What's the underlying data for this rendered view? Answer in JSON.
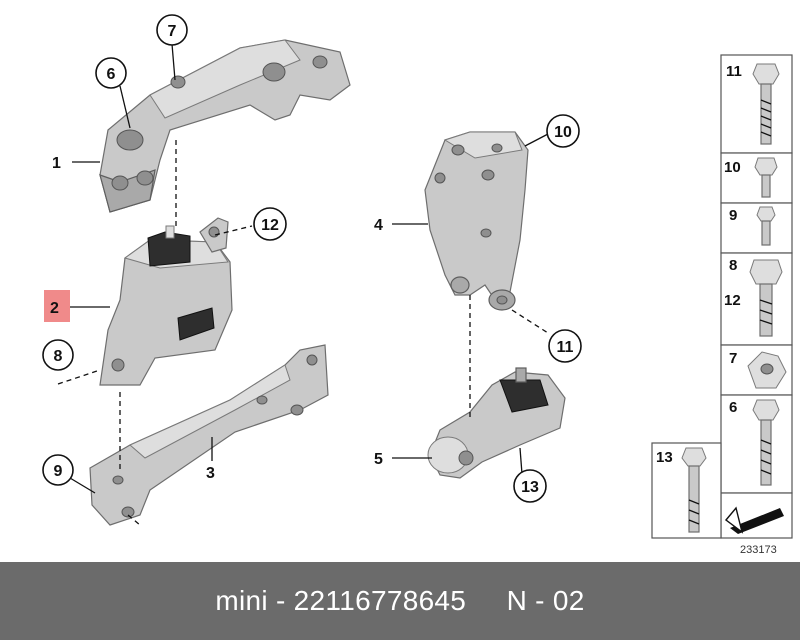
{
  "callouts": {
    "c1": "1",
    "c2": "2",
    "c3": "3",
    "c4": "4",
    "c5": "5",
    "c6": "6",
    "c7": "7",
    "c8": "8",
    "c9": "9",
    "c10": "10",
    "c11": "11",
    "c12": "12",
    "c13": "13"
  },
  "fastener_panel": {
    "r11": "11",
    "r10": "10",
    "r9": "9",
    "r8": "8",
    "r12": "12",
    "r7": "7",
    "r6": "6"
  },
  "fastener_13": "13",
  "highlight_color": "#f08a8a",
  "ref_number": "233173",
  "footer": {
    "text": "mini - 22116778645     N - 02"
  }
}
